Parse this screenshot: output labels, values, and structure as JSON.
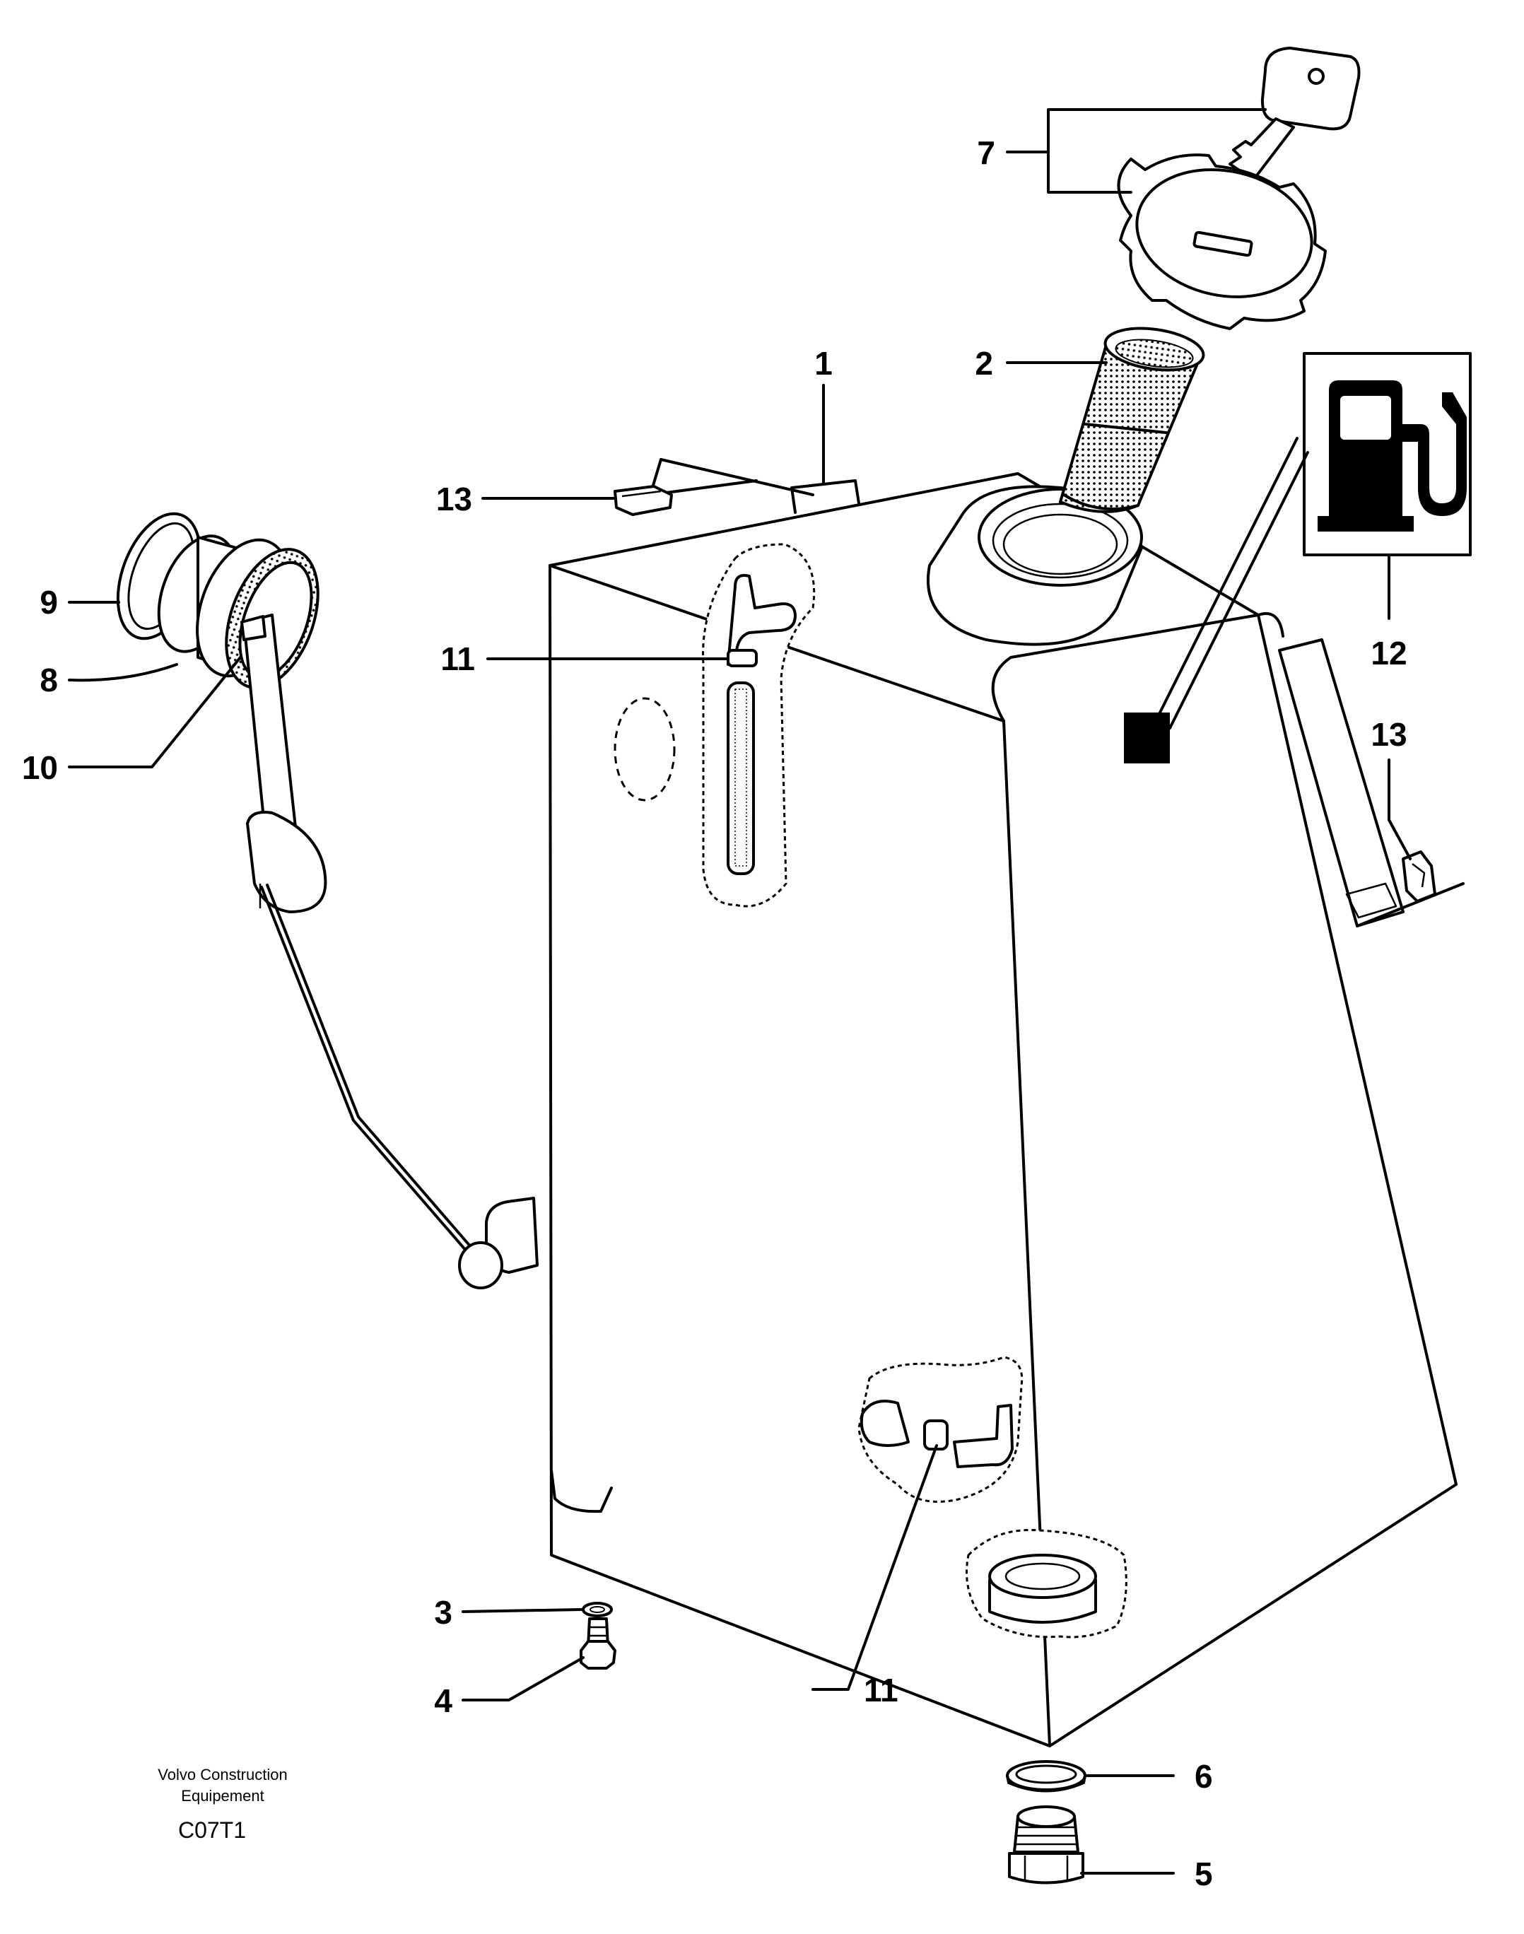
{
  "diagram": {
    "parts": [
      {
        "id": "p1",
        "label": "1"
      },
      {
        "id": "p2",
        "label": "2"
      },
      {
        "id": "p3",
        "label": "3"
      },
      {
        "id": "p4",
        "label": "4"
      },
      {
        "id": "p5",
        "label": "5"
      },
      {
        "id": "p6",
        "label": "6"
      },
      {
        "id": "p7",
        "label": "7"
      },
      {
        "id": "p8",
        "label": "8"
      },
      {
        "id": "p9",
        "label": "9"
      },
      {
        "id": "p10",
        "label": "10"
      },
      {
        "id": "p11a",
        "label": "11"
      },
      {
        "id": "p11b",
        "label": "11"
      },
      {
        "id": "p12",
        "label": "12"
      },
      {
        "id": "p13a",
        "label": "13"
      },
      {
        "id": "p13b",
        "label": "13"
      }
    ],
    "footer": {
      "line1": "Volvo Construction",
      "line2": "Equipement",
      "code": "C07T1"
    },
    "icons": [
      "fuel-pump-icon",
      "key-icon"
    ]
  }
}
